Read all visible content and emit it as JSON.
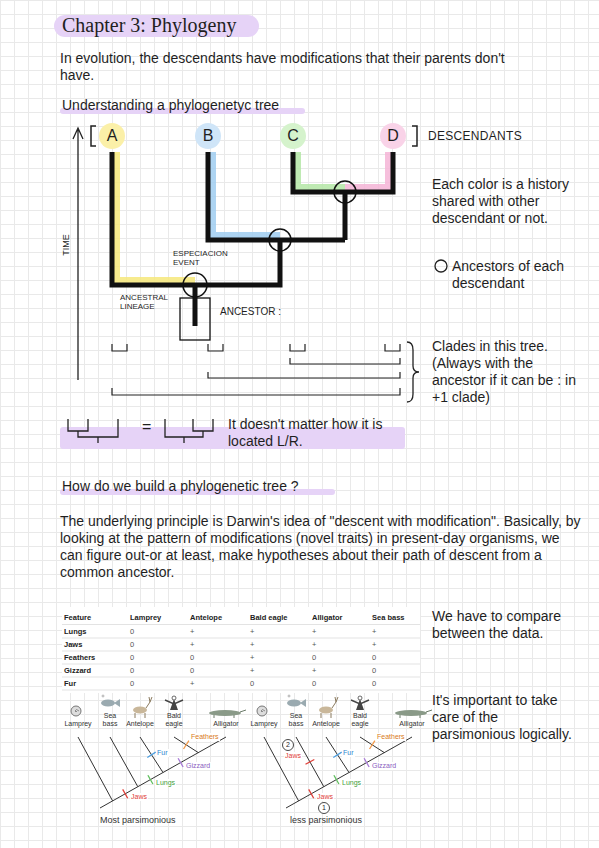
{
  "diagram": {
    "title": "Chapter 3: Phylogeny",
    "nodes": [
      {
        "text": [
          "A"
        ]
      },
      {
        "text": [
          "B"
        ]
      },
      {
        "text": [
          "C"
        ]
      },
      {
        "text": [
          "D"
        ]
      },
      {
        "text": [
          "=",
          "It doesn't matter how it is located L/R."
        ]
      }
    ],
    "labels": [
      "In evolution, the descendants have modifications that their parents don't have.",
      "Understanding a phylogenetyc tree",
      "DESCENDANTS",
      "TIME",
      "ESPECIACION EVENT",
      "ANCESTRAL LINEAGE",
      "ANCESTOR :",
      "Each color is a history shared with other descendant or not.",
      "Ancestors of each descendant",
      "Clades in this tree. (Always with the ancestor if it can be : in +1 clade)",
      "How do we build a phylogenetic tree ?",
      "The underlying principle is Darwin's idea of \"descent with modification\". Basically, by looking at the pattern of modifications (novel traits) in present-day organisms, we can figure out-or at least, make hypotheses about their path of descent from a common ancestor.",
      "Feature",
      "Lamprey",
      "Antelope",
      "Bald eagle",
      "Alligator",
      "Sea bass",
      "Lungs",
      "0",
      "+",
      "+",
      "+",
      "+",
      "Jaws",
      "0",
      "+",
      "+",
      "+",
      "+",
      "Feathers",
      "0",
      "0",
      "+",
      "0",
      "0",
      "Gizzard",
      "0",
      "0",
      "+",
      "+",
      "0",
      "Fur",
      "0",
      "+",
      "0",
      "0",
      "0",
      "We have to compare between the data.",
      "It's important to take care of the parsimonious logically.",
      "Lamprey",
      "Sea bass",
      "Antelope",
      "Bald eagle",
      "Alligator",
      "Fur",
      "Feathers",
      "Gizzard",
      "Lungs",
      "Jaws",
      "Most parsimonious",
      "Lamprey",
      "Sea bass",
      "Antelope",
      "Bald eagle",
      "Alligator",
      "Jaws",
      "2",
      "Fur",
      "Feathers",
      "Gizzard",
      "Lungs",
      "Jaws",
      "1",
      "less parsimonious"
    ]
  }
}
